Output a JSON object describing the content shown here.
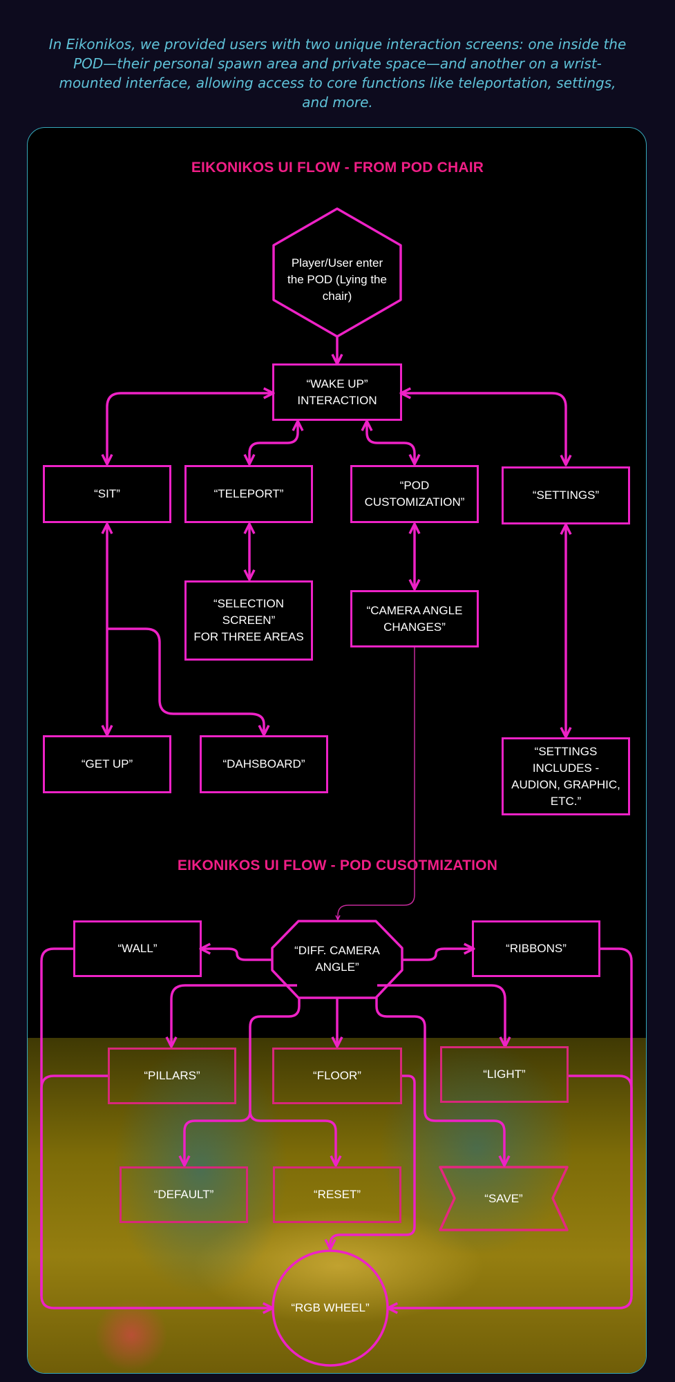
{
  "intro": "In Eikonikos, we provided users with two unique interaction screens: one inside the POD—their personal spawn area and private space—and another on a wrist-mounted interface, allowing access to core functions like teleportation, settings, and more.",
  "section1": {
    "title": "EIKONIKOS UI FLOW - FROM POD CHAIR",
    "nodes": {
      "enter": "Player/User enter\nthe POD (Lying the\nchair)",
      "wake": "“WAKE UP”\nINTERACTION",
      "sit": "“SIT”",
      "teleport": "“TELEPORT”",
      "pod_custom": "“POD\nCUSTOMIZATION”",
      "settings": "“SETTINGS”",
      "selection": "“SELECTION\nSCREEN”\nFOR THREE AREAS",
      "camera": "“CAMERA ANGLE\nCHANGES”",
      "get_up": "“GET UP”",
      "dashboard": "“DAHSBOARD”",
      "settings_inc": "“SETTINGS\nINCLUDES -\nAUDION, GRAPHIC,\nETC.”"
    }
  },
  "section2": {
    "title": "EIKONIKOS UI FLOW - POD CUSOTMIZATION",
    "nodes": {
      "diff": "“DIFF. CAMERA\nANGLE”",
      "wall": "“WALL”",
      "ribbons": "“RIBBONS”",
      "pillars": "“PILLARS”",
      "floor": "“FLOOR”",
      "light": "“LIGHT”",
      "default": "“DEFAULT”",
      "reset": "“RESET”",
      "save": "“SAVE”",
      "rgb": "“RGB WHEEL”"
    }
  },
  "colors": {
    "magenta": "#ee22c6",
    "pink_title": "#f01e86",
    "panel_border": "#36a9bb",
    "intro_text": "#5fc2d8"
  }
}
